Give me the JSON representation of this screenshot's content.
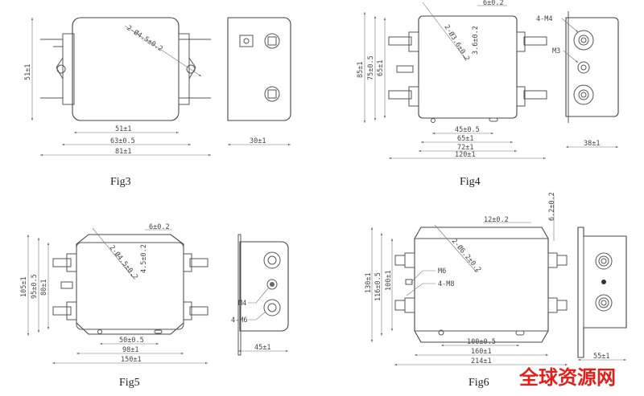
{
  "figures": [
    {
      "caption": "Fig3",
      "labels": {
        "height": "51±1",
        "w_inner": "51±1",
        "w_mount": "63±0.5",
        "w_total": "81±1",
        "depth": "30±1",
        "hole": "2-Ø4.5±0.2"
      }
    },
    {
      "caption": "Fig4",
      "labels": {
        "h_total": "85±1",
        "h_mount": "75±0.5",
        "h_body": "65±1",
        "w_slot": "45±0.5",
        "w_mount": "65±1",
        "w_body": "72±1",
        "w_total": "120±1",
        "depth": "38±1",
        "slot_w": "6±0.2",
        "slot_h": "3.6±0.2",
        "hole": "2-Ø3.6±0.2",
        "term": "4-M4",
        "ground": "M3"
      }
    },
    {
      "caption": "Fig5",
      "labels": {
        "h_total": "105±1",
        "h_mount": "95±0.5",
        "h_body": "80±1",
        "w_slot": "50±0.5",
        "w_body": "98±1",
        "w_total": "150±1",
        "depth": "45±1",
        "slot_w": "6±0.2",
        "slot_h": "4.5±0.2",
        "hole": "2-Ø4.5±0.2",
        "ground": "M4",
        "term": "4-M6"
      }
    },
    {
      "caption": "Fig6",
      "labels": {
        "h_total": "130±1",
        "h_mount": "116±0.5",
        "h_body": "100±1",
        "w_slot": "100±0.5",
        "w_body": "160±1",
        "w_total": "214±1",
        "depth": "55±1",
        "slot_w": "12±0.2",
        "slot_h": "6.2±0.2",
        "hole": "2-Ø6.2±0.2",
        "ground": "M6",
        "term": "4-M8"
      }
    }
  ],
  "watermark": "全球资源网"
}
